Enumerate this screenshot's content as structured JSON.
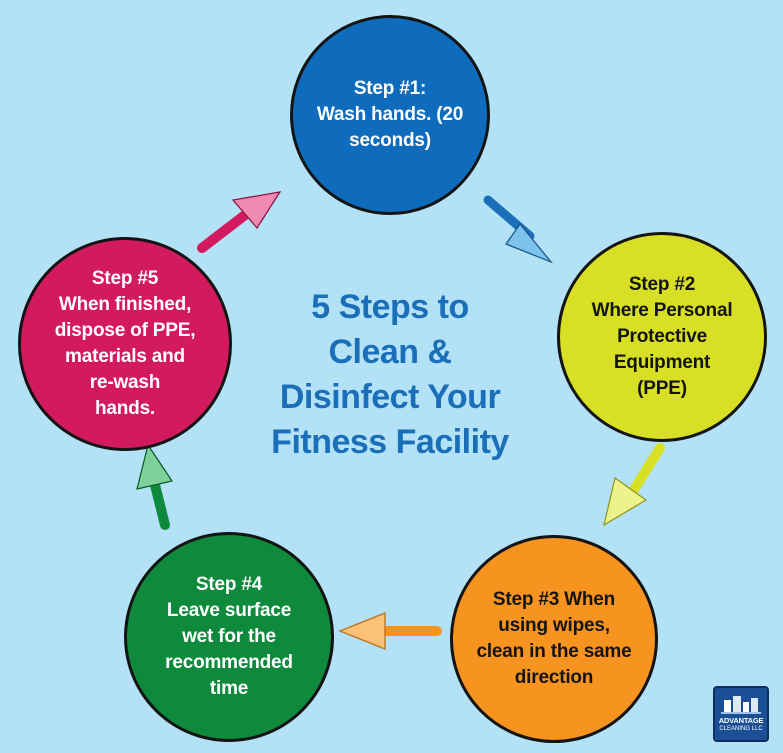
{
  "title": {
    "lines": [
      "5 Steps to",
      "Clean &",
      "Disinfect Your",
      "Fitness Facility"
    ],
    "color": "#1b6fb8"
  },
  "steps": [
    {
      "lines": [
        "Step #1:",
        "Wash hands. (20",
        "seconds)"
      ],
      "fill": "#0f6bbb",
      "text_color": "#ffffff"
    },
    {
      "lines": [
        "Step #2",
        "Where Personal",
        "Protective",
        "Equipment",
        "(PPE)"
      ],
      "fill": "#d8e025",
      "text_color": "#141414"
    },
    {
      "lines": [
        "Step #3 When",
        "using wipes,",
        "clean in the same",
        "direction"
      ],
      "fill": "#f79420",
      "text_color": "#141414"
    },
    {
      "lines": [
        "Step #4",
        "Leave surface",
        "wet for the",
        "recommended",
        "time"
      ],
      "fill": "#0f8a3c",
      "text_color": "#ffffff"
    },
    {
      "lines": [
        "Step #5",
        "When finished,",
        "dispose of PPE,",
        "materials and",
        "re-wash",
        "hands."
      ],
      "fill": "#d41a5f",
      "text_color": "#ffffff"
    }
  ],
  "arrows": [
    {
      "from": "step-1",
      "to": "step-2",
      "color": "#1b6fb8",
      "head_color": "#7cc4ec"
    },
    {
      "from": "step-2",
      "to": "step-3",
      "color": "#d8e025",
      "head_color": "#eef28a"
    },
    {
      "from": "step-3",
      "to": "step-4",
      "color": "#f79420",
      "head_color": "#fbc178"
    },
    {
      "from": "step-4",
      "to": "step-5",
      "color": "#0f8a3c",
      "head_color": "#7fcf9a"
    },
    {
      "from": "step-5",
      "to": "step-1",
      "color": "#d41a5f",
      "head_color": "#f08ab3"
    }
  ],
  "logo": {
    "brand": "ADVANTAGE",
    "subtitle": "CLEANING LLC",
    "background": "#1a4f96"
  }
}
